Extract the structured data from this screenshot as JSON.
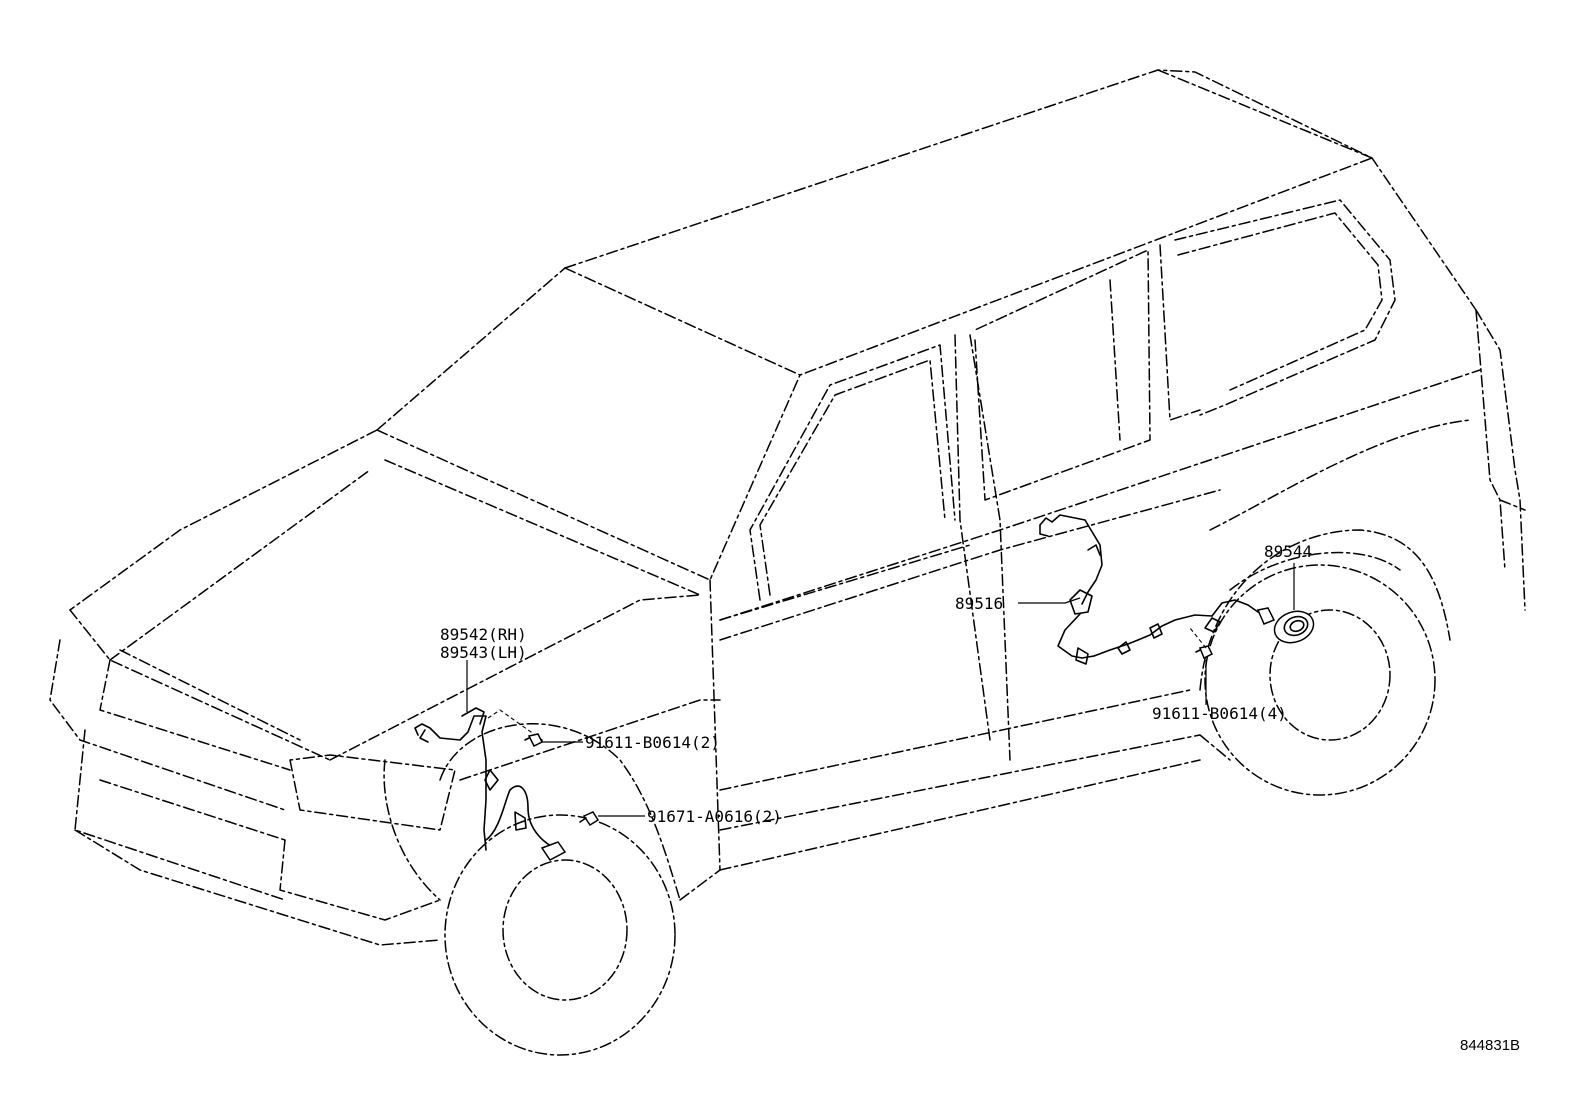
{
  "labels": {
    "front_sensor_rh": "89542(RH)",
    "front_sensor_lh": "89543(LH)",
    "rear_sensor": "89516",
    "rotor": "89544",
    "clip_front": "91611-B0614(2)",
    "bolt_front": "91671-A0616(2)",
    "clip_rear": "91611-B0614(4)"
  },
  "drawing_number": "844831B"
}
